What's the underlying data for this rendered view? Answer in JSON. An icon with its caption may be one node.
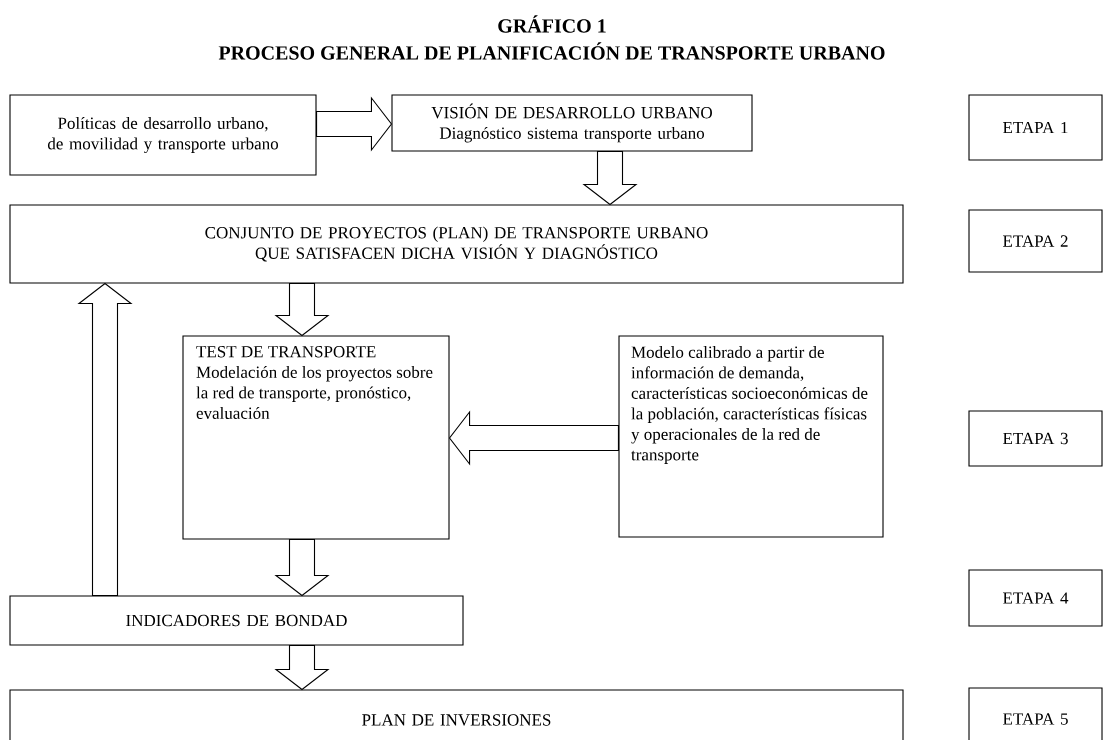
{
  "diagram": {
    "title": "PROCESO GENERAL DE PLANIFICACIÓN DE TRANSPORTE URBANO",
    "labels": [
      "GRÁFICO 1"
    ],
    "nodes": [
      {
        "text": [
          "Políticas de desarrollo urbano, de movilidad y transporte urbano"
        ]
      },
      {
        "text": [
          "VISIÓN DE DESARROLLO URBANO",
          "Diagnóstico sistema transporte urbano"
        ]
      },
      {
        "text": [
          "ETAPA 1"
        ]
      },
      {
        "text": [
          "CONJUNTO DE PROYECTOS (PLAN) DE TRANSPORTE URBANO",
          "QUE SATISFACEN DICHA VISIÓN Y DIAGNÓSTICO"
        ]
      },
      {
        "text": [
          "ETAPA 2"
        ]
      },
      {
        "text": [
          "TEST DE TRANSPORTE",
          "Modelación de los proyectos sobre la red de transporte, pronóstico, evaluación"
        ]
      },
      {
        "text": [
          "Modelo calibrado a partir de información de demanda, características socioeconómicas de la población, características físicas y operacionales de la red de transporte"
        ]
      },
      {
        "text": [
          "ETAPA 3"
        ]
      },
      {
        "text": [
          "INDICADORES DE BONDAD"
        ]
      },
      {
        "text": [
          "ETAPA 4"
        ]
      },
      {
        "text": [
          "PLAN DE INVERSIONES"
        ]
      },
      {
        "text": [
          "ETAPA 5"
        ]
      }
    ],
    "edges": [
      {
        "from": 0,
        "to": 1,
        "arrow": "to"
      },
      {
        "from": 1,
        "to": 3,
        "arrow": "to"
      },
      {
        "from": 3,
        "to": 5,
        "arrow": "to"
      },
      {
        "from": 6,
        "to": 5,
        "arrow": "to"
      },
      {
        "from": 5,
        "to": 8,
        "arrow": "to"
      },
      {
        "from": 8,
        "to": 3,
        "arrow": "to"
      },
      {
        "from": 8,
        "to": 10,
        "arrow": "to"
      }
    ]
  }
}
